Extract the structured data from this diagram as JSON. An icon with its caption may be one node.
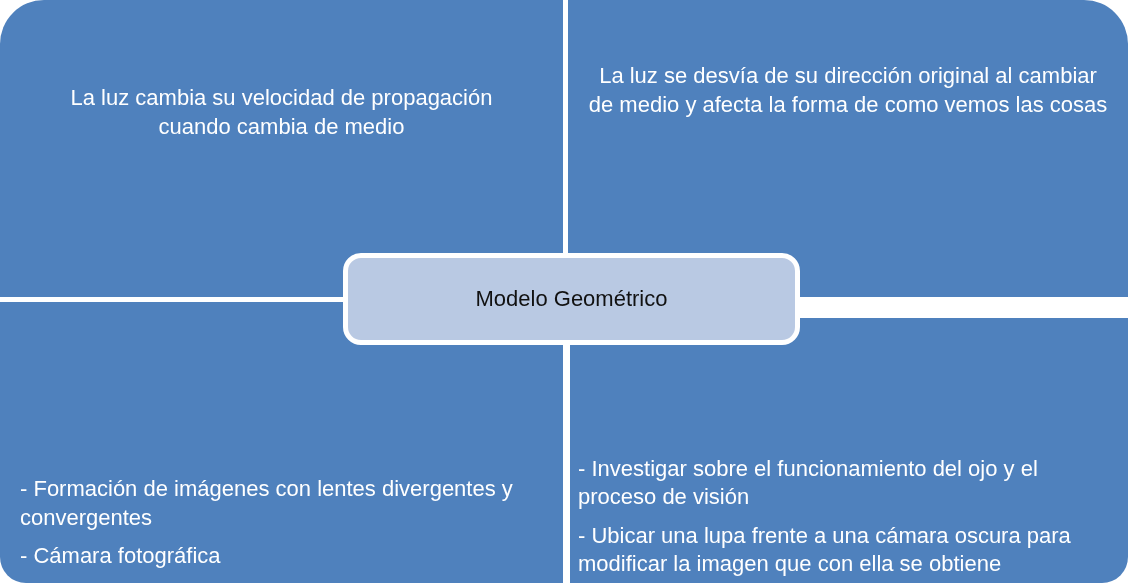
{
  "diagram": {
    "nodes": [
      {
        "text": [
          "La luz cambia su velocidad de propagación cuando cambia de medio"
        ]
      },
      {
        "text": [
          "La luz se desvía de su dirección original al cambiar de medio y afecta la forma de como vemos las cosas"
        ]
      },
      {
        "text": [
          "- Formación de imágenes con lentes divergentes y convergentes",
          "- Cámara fotográfica"
        ]
      },
      {
        "text": [
          "- Investigar sobre el funcionamiento del ojo y el proceso de visión",
          "- Ubicar una lupa frente a una cámara oscura para modificar la imagen que con ella se obtiene"
        ]
      },
      {
        "text": [
          "Modelo Geométrico"
        ]
      }
    ]
  }
}
